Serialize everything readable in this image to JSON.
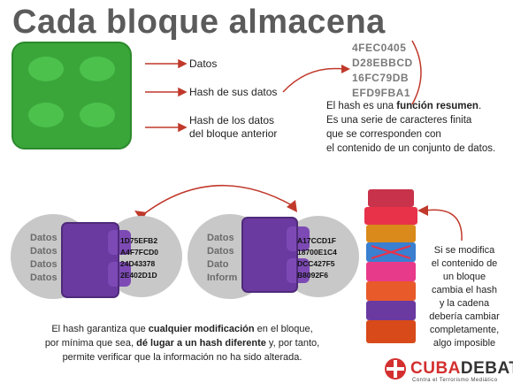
{
  "title": "Cada bloque almacena",
  "labels": {
    "datos": "Datos",
    "hash_datos": "Hash de sus datos",
    "hash_anterior_1": "Hash de los datos",
    "hash_anterior_2": "del bloque anterior"
  },
  "hash_example": [
    "4FEC0405",
    "D28EBBCD",
    "16FC79DB",
    "EFD9FBA1"
  ],
  "explanation": {
    "line1_pre": "El hash es una ",
    "line1_bold": "función resumen",
    "line1_post": ".",
    "line2": "Es una serie de caracteres finita",
    "line3": "que se corresponden con",
    "line4": "el contenido de un conjunto de datos."
  },
  "block_left": {
    "datos": [
      "Datos",
      "Datos",
      "Datos",
      "Datos"
    ],
    "hashes": [
      "1D75EFB2",
      "A4F7FCD0",
      "24D43378",
      "2E402D1D"
    ]
  },
  "block_right": {
    "datos": [
      "Datos",
      "Datos",
      "Dato",
      "Inform"
    ],
    "hashes": [
      "A17CCD1F",
      "18700E1C4",
      "DCC427F5",
      "B8092F6"
    ]
  },
  "right_text": [
    "Si se modifica",
    "el contenido de",
    "un bloque",
    "cambia el hash",
    "y la cadena",
    "debería cambiar",
    "completamente,",
    "algo imposible"
  ],
  "bottom_text": {
    "l1_pre": "El hash garantiza que ",
    "l1_bold": "cualquier modificación",
    "l1_post": " en el bloque,",
    "l2_pre": "por mínima que sea, ",
    "l2_bold": "dé lugar a un hash diferente",
    "l2_post": " y, por tanto,",
    "l3": "permite verificar que la información no ha sido alterada."
  },
  "logo": {
    "cuba": "CUBA",
    "debate": "DEBATE",
    "sub": "Contra el Terrorismo Mediático"
  },
  "colors": {
    "green_block": "#3aa63a",
    "purple_block": "#6a3aa0",
    "arrow_red": "#c0392b",
    "logo_red": "#d32f2f"
  }
}
